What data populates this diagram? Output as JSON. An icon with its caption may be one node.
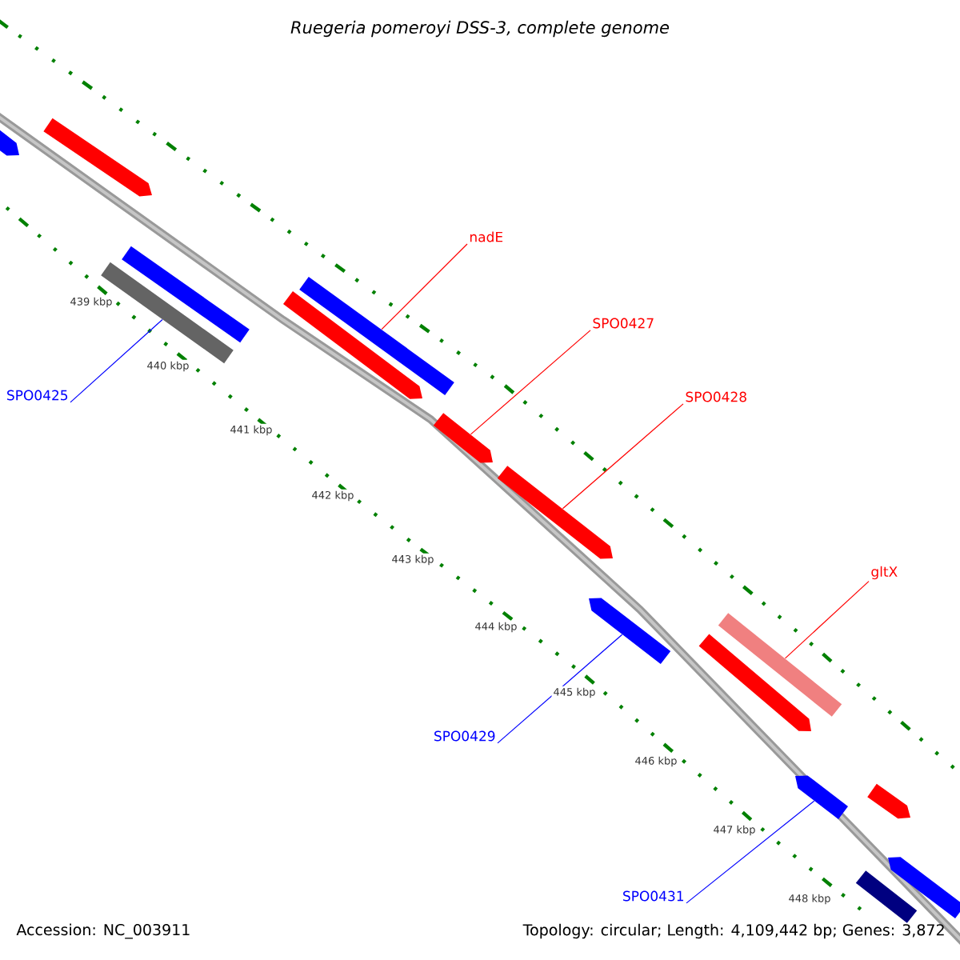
{
  "diagram": {
    "title": "*Ruegeria pomeroyi* DSS-3, complete genome",
    "nodes": [
      {
        "text": [
          "nadE"
        ]
      },
      {
        "text": [
          "SPO0427"
        ]
      },
      {
        "text": [
          "SPO0428"
        ]
      },
      {
        "text": [
          "gltX"
        ]
      },
      {
        "text": [
          "SPO0425"
        ]
      },
      {
        "text": [
          "SPO0429"
        ]
      },
      {
        "text": [
          "SPO0431"
        ]
      },
      {
        "text": [],
        "shape": "bar"
      },
      {
        "text": [],
        "shape": "bar"
      },
      {
        "text": [],
        "shape": "bar"
      },
      {
        "text": [],
        "shape": "bar"
      },
      {
        "text": [],
        "shape": "bar"
      },
      {
        "text": [],
        "shape": "bar"
      },
      {
        "text": [],
        "shape": "bar"
      },
      {
        "text": [],
        "shape": "bar"
      },
      {
        "text": [],
        "shape": "bar"
      },
      {
        "text": [],
        "shape": "bar"
      },
      {
        "text": [],
        "shape": "bar"
      },
      {
        "text": [],
        "shape": "bar"
      },
      {
        "text": [],
        "shape": "bar"
      },
      {
        "text": [],
        "shape": "bar"
      },
      {
        "text": [],
        "shape": "bar"
      }
    ],
    "edges": [
      {
        "from": 0,
        "to": 7,
        "arrow": "none"
      },
      {
        "from": 1,
        "to": 8,
        "arrow": "none"
      },
      {
        "from": 2,
        "to": 9,
        "arrow": "none"
      },
      {
        "from": 3,
        "to": 10,
        "arrow": "none"
      },
      {
        "from": 4,
        "to": 11,
        "arrow": "none",
        "color": "#0000ff"
      },
      {
        "from": 5,
        "to": 12,
        "arrow": "none",
        "color": "#0000ff"
      },
      {
        "from": 6,
        "to": 13,
        "arrow": "none",
        "color": "#0000ff"
      }
    ],
    "labels": [
      "439 kbp",
      "440 kbp",
      "441 kbp",
      "442 kbp",
      "443 kbp",
      "444 kbp",
      "445 kbp",
      "446 kbp",
      "447 kbp",
      "448 kbp",
      "Accession: NC_003911",
      "Topology: circular; Length: 4,109,442 bp; Genes: 3,872"
    ]
  }
}
